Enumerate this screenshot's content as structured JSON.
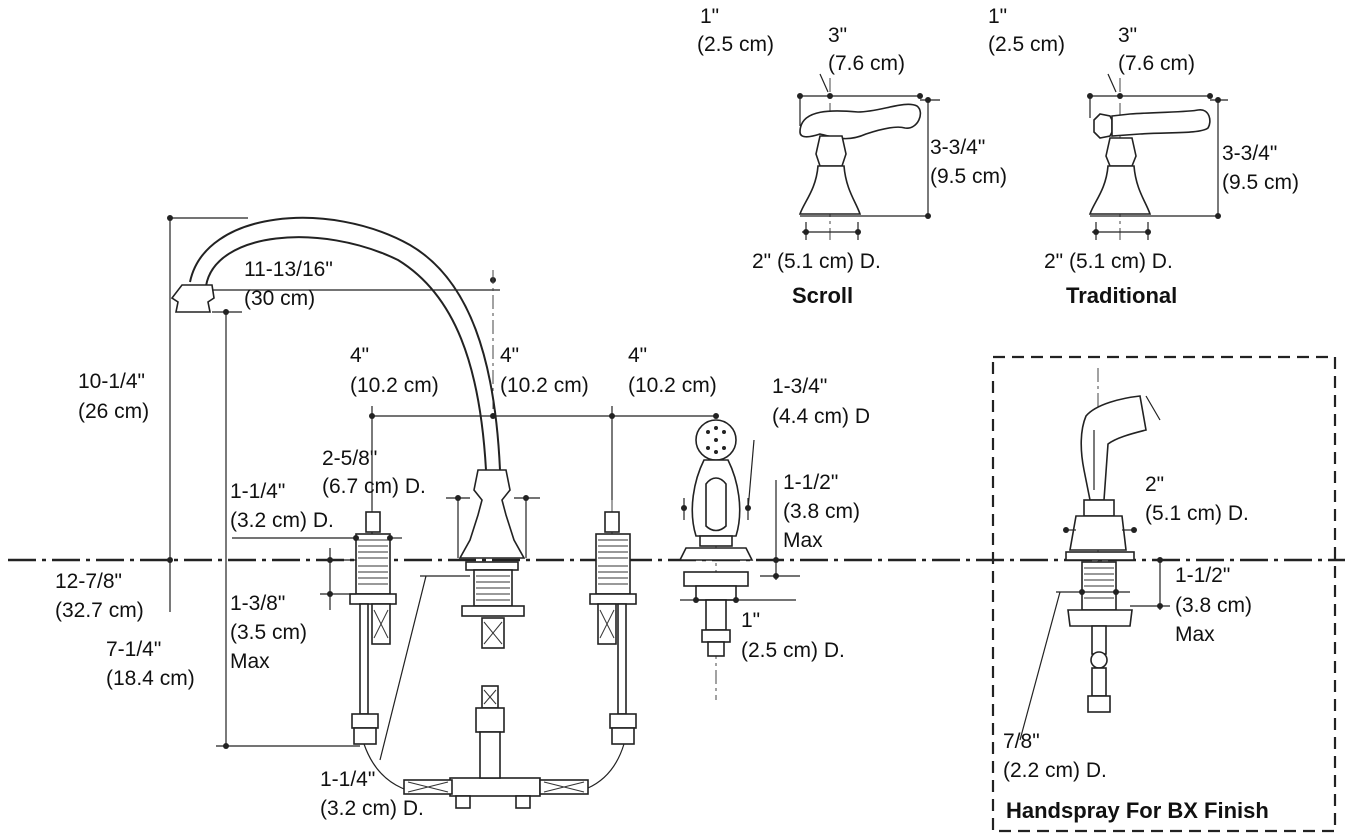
{
  "labels": {
    "scroll_1in_a": "1\"",
    "scroll_1in_b": "(2.5 cm)",
    "scroll_3in_a": "3\"",
    "scroll_3in_b": "(7.6 cm)",
    "scroll_h_a": "3-3/4\"",
    "scroll_h_b": "(9.5 cm)",
    "scroll_d": "2\" (5.1 cm) D.",
    "scroll_title": "Scroll",
    "trad_1in_a": "1\"",
    "trad_1in_b": "(2.5 cm)",
    "trad_3in_a": "3\"",
    "trad_3in_b": "(7.6 cm)",
    "trad_h_a": "3-3/4\"",
    "trad_h_b": "(9.5 cm)",
    "trad_d": "2\" (5.1 cm) D.",
    "trad_title": "Traditional",
    "reach_a": "11-13/16\"",
    "reach_b": "(30 cm)",
    "height_a": "10-1/4\"",
    "height_b": "(26 cm)",
    "spacing1_a": "4\"",
    "spacing1_b": "(10.2 cm)",
    "spacing2_a": "4\"",
    "spacing2_b": "(10.2 cm)",
    "spacing3_a": "4\"",
    "spacing3_b": "(10.2 cm)",
    "spray_d_a": "1-3/4\"",
    "spray_d_b": "(4.4 cm) D",
    "spout_base_a": "2-5/8\"",
    "spout_base_b": "(6.7 cm) D.",
    "valve_d_a": "1-1/4\"",
    "valve_d_b": "(3.2 cm) D.",
    "spray_max_a": "1-1/2\"",
    "spray_max_b": "(3.8 cm)",
    "spray_max_c": "Max",
    "overall_a": "12-7/8\"",
    "overall_b": "(32.7 cm)",
    "deck_max_a": "1-3/8\"",
    "deck_max_b": "(3.5 cm)",
    "deck_max_c": "Max",
    "below_a": "7-1/4\"",
    "below_b": "(18.4 cm)",
    "spray_shank_a": "1\"",
    "spray_shank_b": "(2.5 cm) D.",
    "bottom_d_a": "1-1/4\"",
    "bottom_d_b": "(3.2 cm) D.",
    "bx_d_a": "2\"",
    "bx_d_b": "(5.1 cm) D.",
    "bx_max_a": "1-1/2\"",
    "bx_max_b": "(3.8 cm)",
    "bx_max_c": "Max",
    "bx_shank_a": "7/8\"",
    "bx_shank_b": "(2.2 cm) D.",
    "bx_title": "Handspray For BX Finish"
  }
}
